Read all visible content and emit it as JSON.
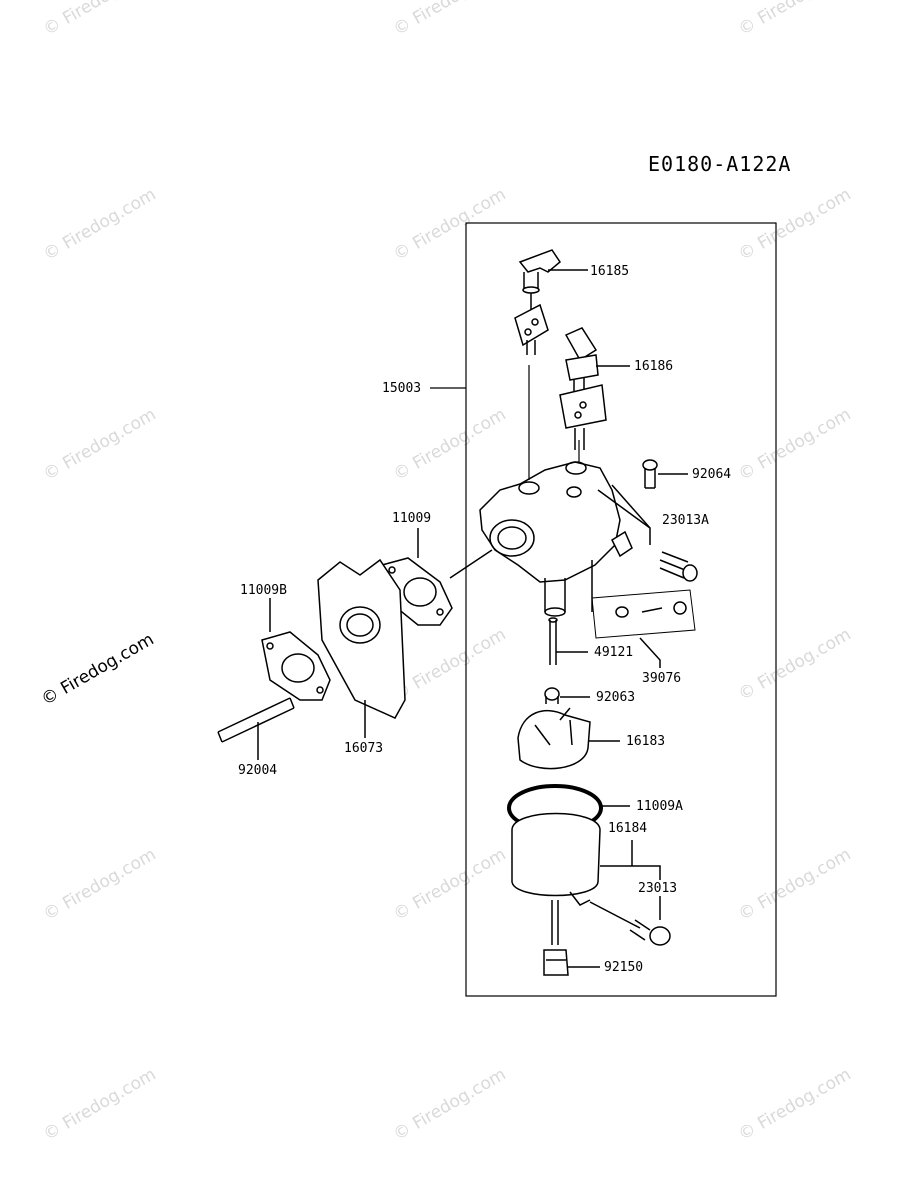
{
  "diagram_code": "E0180-A122A",
  "watermark": "© Firedog.com",
  "side_watermark": "© Firedog.com",
  "parts": {
    "p16185": "16185",
    "p16186": "16186",
    "p15003": "15003",
    "p92064": "92064",
    "p23013A": "23013A",
    "p11009": "11009",
    "p11009B": "11009B",
    "p49121": "49121",
    "p39076": "39076",
    "p92063": "92063",
    "p16183": "16183",
    "p11009A": "11009A",
    "p16184": "16184",
    "p23013": "23013",
    "p92150": "92150",
    "p16073": "16073",
    "p92004": "92004"
  }
}
